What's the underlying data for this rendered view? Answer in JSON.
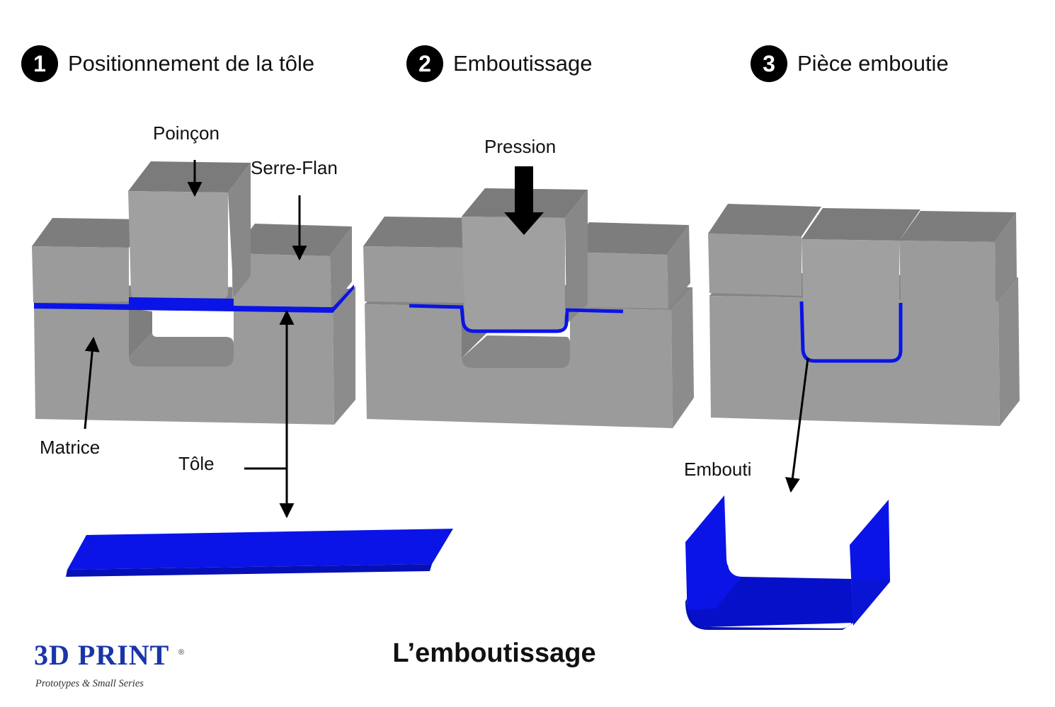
{
  "steps": [
    {
      "number": "1",
      "title": "Positionnement de la tôle"
    },
    {
      "number": "2",
      "title": "Emboutissage"
    },
    {
      "number": "3",
      "title": "Pièce emboutie"
    }
  ],
  "labels": {
    "poincon": "Poinçon",
    "serre_flan": "Serre-Flan",
    "matrice": "Matrice",
    "tole": "Tôle",
    "pression": "Pression",
    "embouti": "Embouti"
  },
  "caption": "L’emboutissage",
  "logo": {
    "main": "3D PRINT",
    "registered": "®",
    "tagline": "Prototypes & Small Series"
  },
  "colors": {
    "tool_front": "#9a9a9a",
    "tool_top": "#828282",
    "tool_side": "#8c8c8c",
    "sheet": "#0a14e6",
    "logo": "#1a35a8"
  }
}
